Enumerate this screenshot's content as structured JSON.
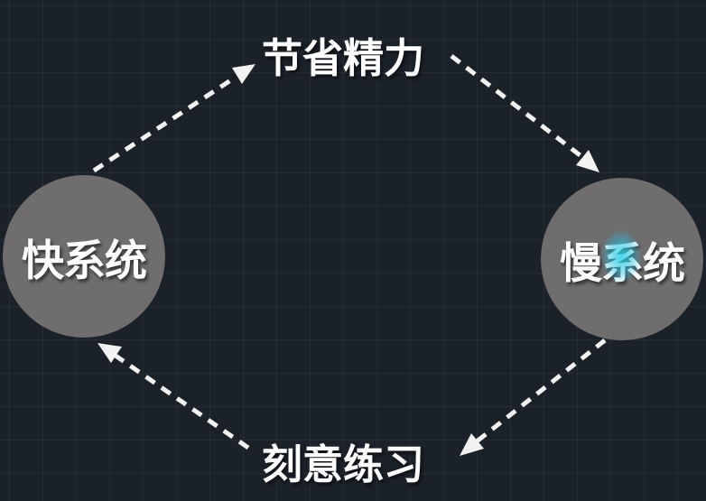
{
  "diagram": {
    "nodes": {
      "fast": {
        "label": "快系统"
      },
      "slow": {
        "label": "慢系统"
      }
    },
    "flows": {
      "top": {
        "label": "节省精力",
        "from": "fast",
        "to": "slow"
      },
      "bottom": {
        "label": "刻意练习",
        "from": "slow",
        "to": "fast"
      }
    },
    "colors": {
      "background": "#1b2129",
      "node_fill": "#6f6d6e",
      "text": "#ffffff",
      "arrow": "#f2f2f2",
      "highlight": "#28d2eb"
    }
  }
}
